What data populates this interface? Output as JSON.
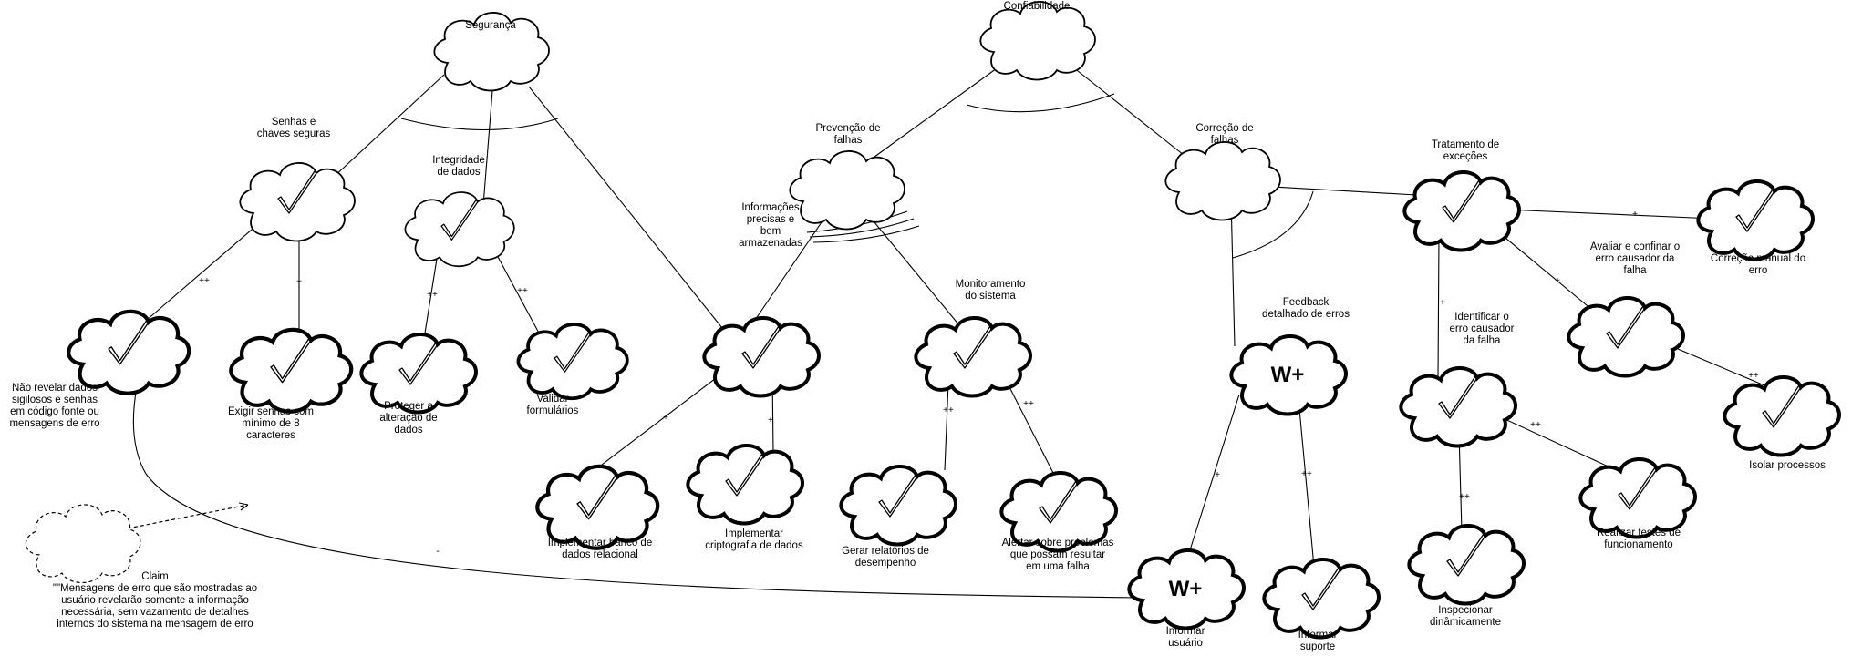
{
  "nodes": [
    {
      "id": "seguranca",
      "label": [
        "Segurança"
      ],
      "type": "softgoal"
    },
    {
      "id": "confiabilidade",
      "label": [
        "Confiabilidade"
      ],
      "type": "softgoal"
    },
    {
      "id": "senhas",
      "label": [
        "Senhas e",
        "chaves seguras"
      ],
      "type": "satisficed"
    },
    {
      "id": "integridade",
      "label": [
        "Integridade",
        "de dados"
      ],
      "type": "satisficed"
    },
    {
      "id": "prevencao",
      "label": [
        "Prevenção de",
        "falhas"
      ],
      "type": "softgoal"
    },
    {
      "id": "correcao",
      "label": [
        "Correção de",
        "falhas"
      ],
      "type": "softgoal"
    },
    {
      "id": "tratamento",
      "label": [
        "Tratamento de",
        "exceções"
      ],
      "type": "satisficed"
    },
    {
      "id": "correcao_manual",
      "label": [
        "Correção manual do",
        "erro"
      ],
      "type": "satisficed"
    },
    {
      "id": "nao_revelar",
      "label": [
        "Não revelar dados",
        "sigilosos e senhas",
        "em código fonte ou",
        "mensagens de erro"
      ],
      "type": "satisficed"
    },
    {
      "id": "exigir_senhas",
      "label": [
        "Exigir senhas com",
        "mínimo de 8",
        "caracteres"
      ],
      "type": "satisficed"
    },
    {
      "id": "proteger",
      "label": [
        "Proteger a",
        "alteração de",
        "dados"
      ],
      "type": "satisficed"
    },
    {
      "id": "validar",
      "label": [
        "Validar",
        "formulários"
      ],
      "type": "satisficed"
    },
    {
      "id": "info_precisas",
      "label": [
        "Informações",
        "precisas e",
        "bem",
        "armazenadas"
      ],
      "type": "satisficed"
    },
    {
      "id": "monitoramento",
      "label": [
        "Monitoramento",
        "do sistema"
      ],
      "type": "satisficed"
    },
    {
      "id": "feedback",
      "label": [
        "Feedback",
        "detalhado de erros"
      ],
      "type": "weak_positive"
    },
    {
      "id": "identificar",
      "label": [
        "Identificar o",
        "erro causador",
        "da falha"
      ],
      "type": "satisficed"
    },
    {
      "id": "avaliar",
      "label": [
        "Avaliar e confinar o",
        "erro causador da",
        "falha"
      ],
      "type": "satisficed"
    },
    {
      "id": "isolar",
      "label": [
        "Isolar processos"
      ],
      "type": "satisficed"
    },
    {
      "id": "impl_banco",
      "label": [
        "Implementar banco de",
        "dados relacional"
      ],
      "type": "satisficed"
    },
    {
      "id": "impl_cripto",
      "label": [
        "Implementar",
        "criptografia de dados"
      ],
      "type": "satisficed"
    },
    {
      "id": "gerar_rel",
      "label": [
        "Gerar relatórios de",
        "desempenho"
      ],
      "type": "satisficed"
    },
    {
      "id": "alertar",
      "label": [
        "Alertar sobre problemas",
        "que possam resultar",
        "em uma falha"
      ],
      "type": "satisficed"
    },
    {
      "id": "realizar",
      "label": [
        "Realizar testes de",
        "funcionamento"
      ],
      "type": "satisficed"
    },
    {
      "id": "inspecionar",
      "label": [
        "Inspecionar",
        "dinâmicamente"
      ],
      "type": "satisficed"
    },
    {
      "id": "informar_usuario",
      "label": [
        "Informar",
        "usuário"
      ],
      "type": "weak_positive"
    },
    {
      "id": "informar_suporte",
      "label": [
        "Informar",
        "suporte"
      ],
      "type": "satisficed"
    },
    {
      "id": "claim",
      "label": [
        "Claim",
        "\"\"Mensagens de erro que são mostradas ao",
        "usuário revelarão somente a informação",
        "necessária, sem vazamento de detalhes",
        "internos do sistema na mensagem de erro"
      ],
      "type": "claim"
    }
  ],
  "edges": [
    {
      "from": "senhas",
      "to": "seguranca",
      "label": ""
    },
    {
      "from": "integridade",
      "to": "seguranca",
      "label": ""
    },
    {
      "from": "info_precisas",
      "to": "seguranca",
      "label": ""
    },
    {
      "from": "prevencao",
      "to": "confiabilidade",
      "label": ""
    },
    {
      "from": "correcao",
      "to": "confiabilidade",
      "label": ""
    },
    {
      "from": "nao_revelar",
      "to": "senhas",
      "label": "++"
    },
    {
      "from": "exigir_senhas",
      "to": "senhas",
      "label": "+"
    },
    {
      "from": "proteger",
      "to": "integridade",
      "label": "++"
    },
    {
      "from": "validar",
      "to": "integridade",
      "label": "++"
    },
    {
      "from": "info_precisas",
      "to": "prevencao",
      "label": ""
    },
    {
      "from": "monitoramento",
      "to": "prevencao",
      "label": ""
    },
    {
      "from": "feedback",
      "to": "correcao",
      "label": ""
    },
    {
      "from": "tratamento",
      "to": "correcao",
      "label": ""
    },
    {
      "from": "impl_banco",
      "to": "info_precisas",
      "label": "+"
    },
    {
      "from": "impl_cripto",
      "to": "info_precisas",
      "label": "+"
    },
    {
      "from": "gerar_rel",
      "to": "monitoramento",
      "label": "++"
    },
    {
      "from": "alertar",
      "to": "monitoramento",
      "label": "++"
    },
    {
      "from": "informar_usuario",
      "to": "feedback",
      "label": "+"
    },
    {
      "from": "informar_suporte",
      "to": "feedback",
      "label": "++"
    },
    {
      "from": "correcao_manual",
      "to": "tratamento",
      "label": "+"
    },
    {
      "from": "identificar",
      "to": "tratamento",
      "label": "+"
    },
    {
      "from": "avaliar",
      "to": "tratamento",
      "label": "+"
    },
    {
      "from": "realizar",
      "to": "identificar",
      "label": "++"
    },
    {
      "from": "inspecionar",
      "to": "identificar",
      "label": "++"
    },
    {
      "from": "isolar",
      "to": "avaliar",
      "label": "++"
    },
    {
      "from": "informar_usuario",
      "to": "nao_revelar",
      "label": "-"
    },
    {
      "from": "claim",
      "to": "nao_revelar",
      "label": ""
    }
  ],
  "symbols": {
    "weak_positive": "W+"
  }
}
